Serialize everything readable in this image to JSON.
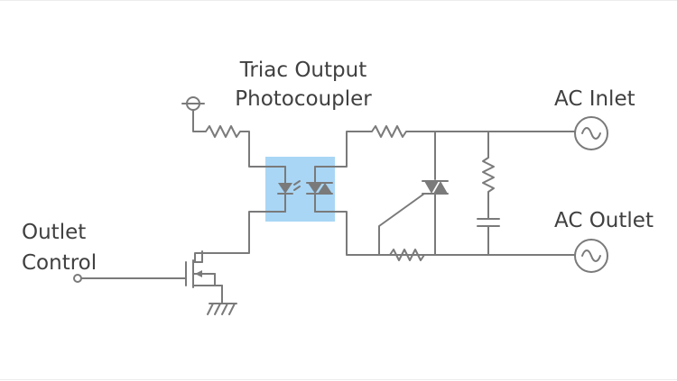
{
  "labels": {
    "photocoupler_line1": "Triac Output",
    "photocoupler_line2": "Photocoupler",
    "ac_inlet": "AC Inlet",
    "ac_outlet": "AC Outlet",
    "outlet_control_line1": "Outlet",
    "outlet_control_line2": "Control"
  },
  "colors": {
    "wire": "#7a7a7a",
    "text": "#404040",
    "photocoupler_fill": "#a9d6f5"
  },
  "icons": {
    "supply": "vcc-terminal-icon",
    "ground": "ground-icon",
    "ac_source": "ac-source-icon"
  }
}
